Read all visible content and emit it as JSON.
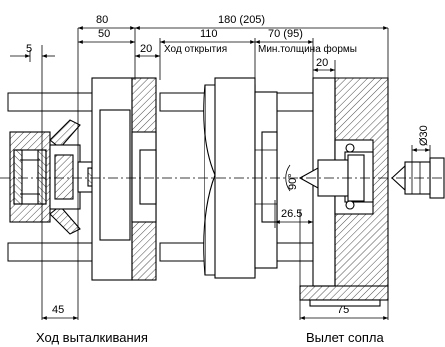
{
  "dimensions": {
    "d80": "80",
    "d180": "180 (205)",
    "d5": "5",
    "d50": "50",
    "d110": "110",
    "d70": "70 (95)",
    "d20a": "20",
    "d20b": "20",
    "d90": "90°",
    "d26": "26.5",
    "d45": "45",
    "d75": "75",
    "d30": "Ø30"
  },
  "labels": {
    "opening_stroke": "Ход открытия",
    "min_mold_thickness": "Мин.толщина формы"
  },
  "captions": {
    "ejector_stroke": "Ход выталкивания",
    "nozzle_reach": "Вылет сопла"
  }
}
